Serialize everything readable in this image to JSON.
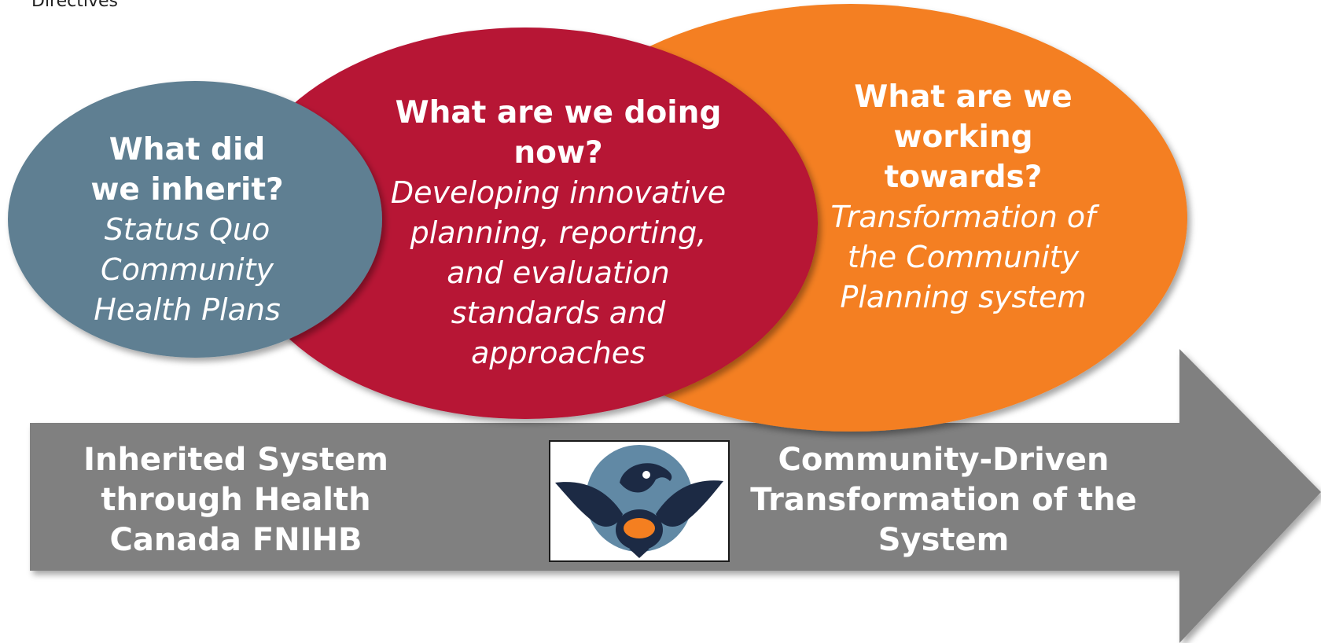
{
  "header": {
    "label": "Directives"
  },
  "colors": {
    "inherit_bubble": "#5f7f92",
    "doing_bubble": "#b71234",
    "towards_bubble": "#f47f20",
    "arrow": "#808080",
    "logo_circle": "#6189a5",
    "logo_dark": "#1c2a44",
    "logo_orange": "#f47f20"
  },
  "bubbles": {
    "inherit": {
      "question": "What did we inherit?",
      "answer": "Status Quo Community Health Plans"
    },
    "doing": {
      "question": "What are we doing now?",
      "answer": "Developing innovative planning, reporting, and evaluation standards and approaches"
    },
    "towards": {
      "question": "What are we working towards?",
      "answer": "Transformation of the Community Planning system"
    }
  },
  "arrow": {
    "left_text": "Inherited System\nthrough Health\nCanada  FNIHB",
    "right_text": "Community-Driven\nTransformation of the\nSystem"
  },
  "logo": {
    "icon": "thunderbird-logo-icon"
  }
}
